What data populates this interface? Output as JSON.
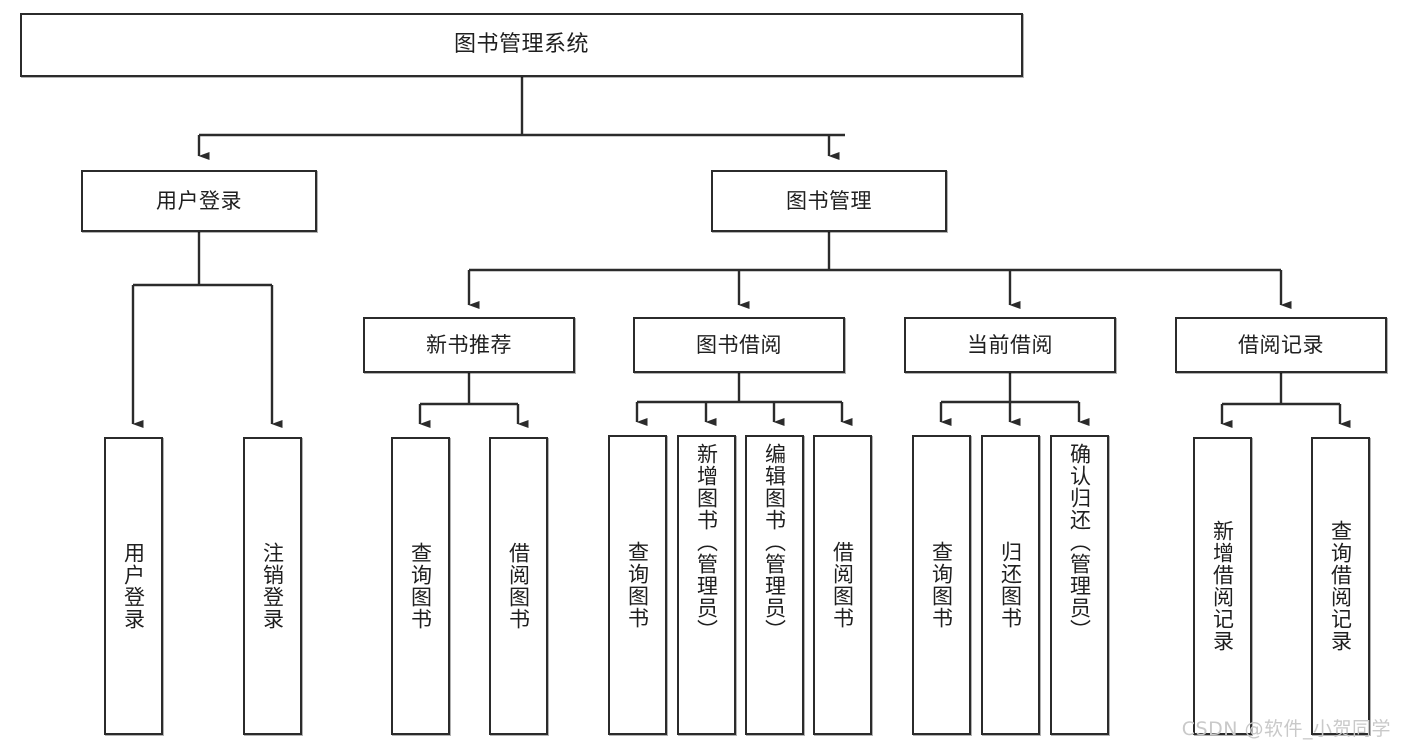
{
  "diagram": {
    "type": "tree",
    "title": "图书管理系统",
    "orientation": "top-down",
    "colors": {
      "box_border": "#2b2b2b",
      "box_fill": "#ffffff",
      "connector": "#2b2b2b",
      "text": "#1f1f1f",
      "watermark": "#c9c9c9",
      "background": "#ffffff"
    },
    "nodes": {
      "root": {
        "label": "图书管理系统"
      },
      "level2": [
        {
          "label": "用户登录"
        },
        {
          "label": "图书管理"
        }
      ],
      "level3": [
        {
          "label": "新书推荐"
        },
        {
          "label": "图书借阅"
        },
        {
          "label": "当前借阅"
        },
        {
          "label": "借阅记录"
        }
      ],
      "leaves_user_login": [
        {
          "label": "用户登录"
        },
        {
          "label": "注销登录"
        }
      ],
      "leaves_new_book": [
        {
          "label": "查询图书"
        },
        {
          "label": "借阅图书"
        }
      ],
      "leaves_borrow": [
        {
          "label": "查询图书"
        },
        {
          "label": "新增图书（管理员）"
        },
        {
          "label": "编辑图书（管理员）"
        },
        {
          "label": "借阅图书"
        }
      ],
      "leaves_current": [
        {
          "label": "查询图书"
        },
        {
          "label": "归还图书"
        },
        {
          "label": "确认归还（管理员）"
        }
      ],
      "leaves_record": [
        {
          "label": "新增借阅记录"
        },
        {
          "label": "查询借阅记录"
        }
      ]
    }
  },
  "watermark": {
    "text": "CSDN @软件_小贺同学"
  }
}
